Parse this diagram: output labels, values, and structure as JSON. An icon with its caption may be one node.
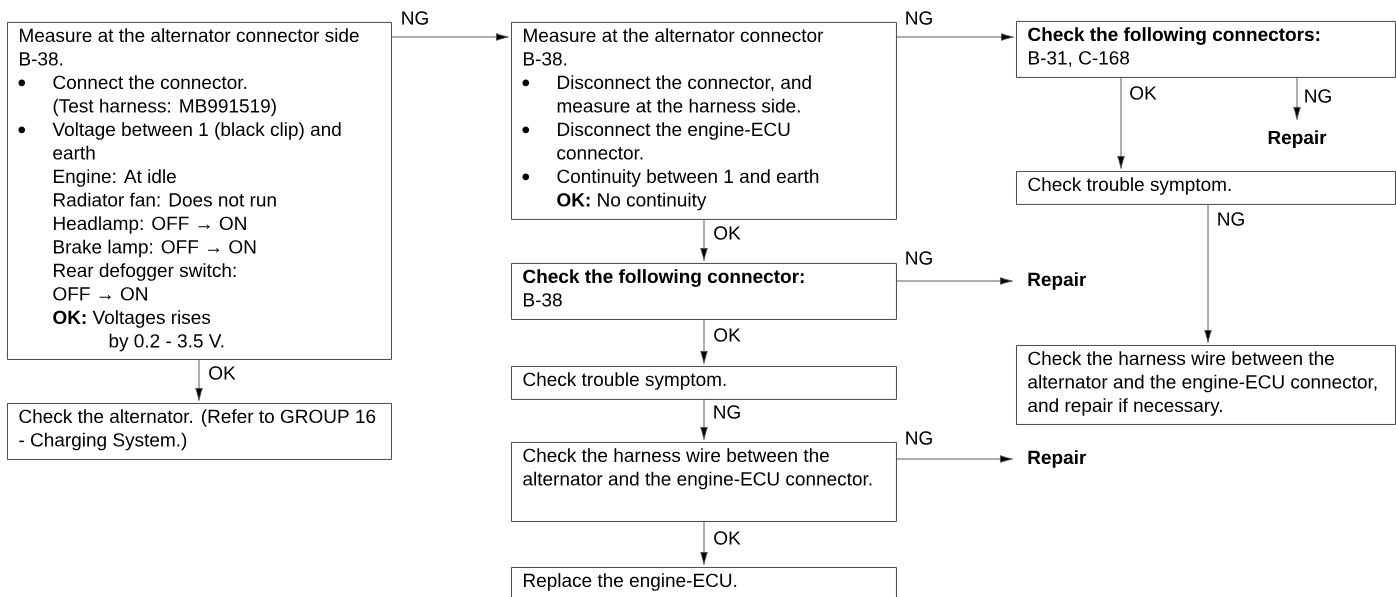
{
  "diagram": {
    "nodes": [
      {
        "text": [
          "Measure at the alternator connector side B-38.",
          "Connect the connector. (Test harness: MB991519)",
          "Voltage between 1 (black clip) and earth",
          "Engine: At idle",
          "Radiator fan: Does not run",
          "Headlamp: OFF → ON",
          "Brake lamp: OFF → ON",
          "Rear defogger switch: OFF → ON",
          "**OK:** Voltages rises by 0.2 - 3.5 V."
        ]
      },
      {
        "text": [
          "Check the alternator. (Refer to GROUP 16 - Charging System.)"
        ]
      },
      {
        "text": [
          "Measure at the alternator connector B-38.",
          "Disconnect the connector, and measure at the harness side.",
          "Disconnect the engine-ECU connector.",
          "Continuity between 1 and earth",
          "**OK:** No continuity"
        ]
      },
      {
        "text": [
          "Check the following connector:",
          "B-38"
        ]
      },
      {
        "text": [
          "Check trouble symptom."
        ]
      },
      {
        "text": [
          "Check the harness wire between the alternator and the engine-ECU connector."
        ]
      },
      {
        "text": [
          "Replace the engine-ECU."
        ]
      },
      {
        "text": [
          "Check the following connectors:",
          "B-31, C-168"
        ]
      },
      {
        "text": [
          "Repair"
        ]
      },
      {
        "text": [
          "Check trouble symptom."
        ]
      },
      {
        "text": [
          "Check the harness wire between the alternator and the engine-ECU connector, and repair if necessary."
        ]
      },
      {
        "text": [
          "Repair"
        ]
      },
      {
        "text": [
          "Repair"
        ]
      }
    ],
    "edges": [
      {
        "from": 0,
        "to": 2,
        "arrow": "to",
        "label": "NG"
      },
      {
        "from": 0,
        "to": 1,
        "arrow": "to",
        "label": "OK"
      },
      {
        "from": 2,
        "to": 7,
        "arrow": "to",
        "label": "NG"
      },
      {
        "from": 2,
        "to": 3,
        "arrow": "to",
        "label": "OK"
      },
      {
        "from": 3,
        "to": 11,
        "arrow": "to",
        "label": "NG"
      },
      {
        "from": 3,
        "to": 4,
        "arrow": "to",
        "label": "OK"
      },
      {
        "from": 4,
        "to": 5,
        "arrow": "to",
        "label": "NG"
      },
      {
        "from": 5,
        "to": 12,
        "arrow": "to",
        "label": "NG"
      },
      {
        "from": 5,
        "to": 6,
        "arrow": "to",
        "label": "OK"
      },
      {
        "from": 7,
        "to": 9,
        "arrow": "to",
        "label": "OK"
      },
      {
        "from": 7,
        "to": 8,
        "arrow": "to",
        "label": "NG"
      },
      {
        "from": 9,
        "to": 10,
        "arrow": "to",
        "label": "NG"
      }
    ]
  }
}
